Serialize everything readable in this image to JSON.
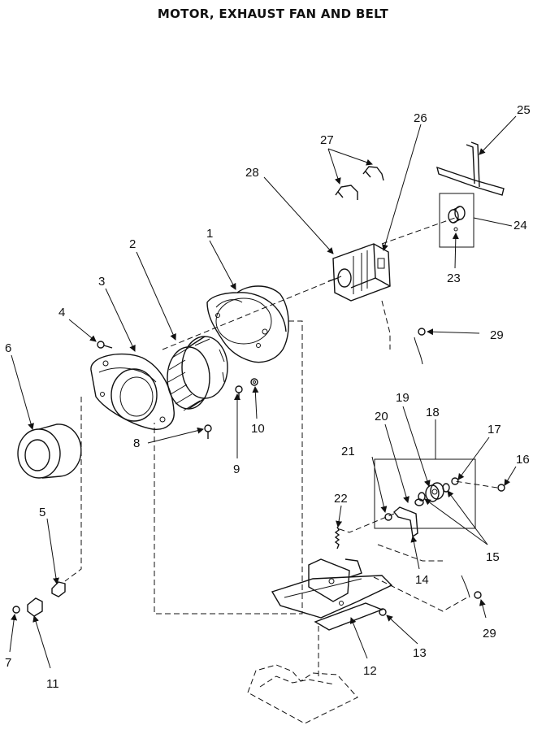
{
  "title": "MOTOR, EXHAUST FAN AND BELT",
  "callouts": {
    "c1": "1",
    "c2": "2",
    "c3": "3",
    "c4": "4",
    "c5": "5",
    "c6": "6",
    "c7": "7",
    "c8": "8",
    "c9": "9",
    "c10": "10",
    "c11": "11",
    "c12": "12",
    "c13": "13",
    "c14": "14",
    "c15": "15",
    "c16": "16",
    "c17": "17",
    "c18": "18",
    "c19": "19",
    "c20": "20",
    "c21": "21",
    "c22": "22",
    "c23": "23",
    "c24": "24",
    "c25": "25",
    "c26": "26",
    "c27": "27",
    "c28": "28",
    "c29a": "29",
    "c29b": "29"
  }
}
